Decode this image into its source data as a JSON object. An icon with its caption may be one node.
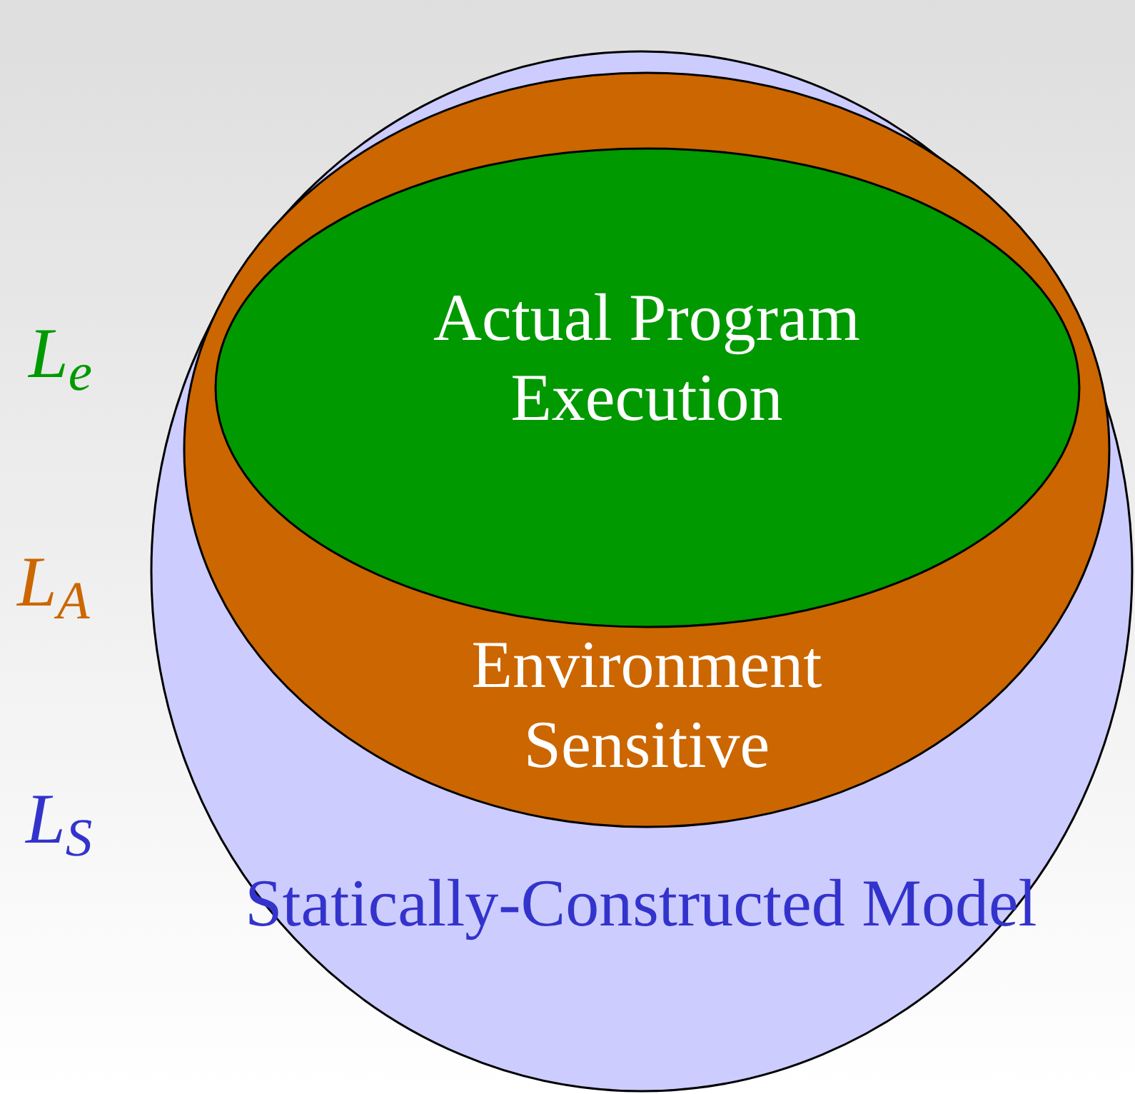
{
  "diagram": {
    "nodes": [
      {
        "text": [
          "Statically-Constructed Model"
        ]
      },
      {
        "text": [
          "Environment Sensitive"
        ],
        "in": 0
      },
      {
        "text": [
          "Actual Program Execution"
        ],
        "in": 1
      }
    ],
    "labels": [
      "L$_{e}$",
      "L$_{A}$",
      "L$_{S}$"
    ]
  }
}
